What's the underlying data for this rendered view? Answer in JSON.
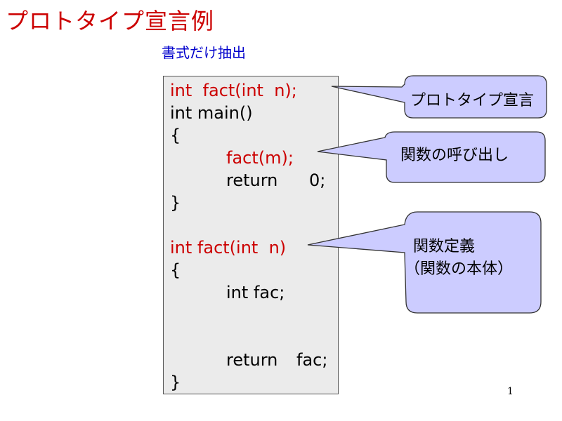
{
  "title": "プロトタイプ宣言例",
  "subtitle": "書式だけ抽出",
  "code": {
    "line1": "int  fact(int  n);",
    "line2": "int main()",
    "line3": "{",
    "line4": "fact(m);",
    "line5a": "return",
    "line5b": "0;",
    "line6": "}",
    "line7": "int fact(int  n)",
    "line8": "{",
    "line9": "int fac;",
    "line10a": "return",
    "line10b": "fac;",
    "line11": "}"
  },
  "callouts": {
    "prototype": "プロトタイプ宣言",
    "call": "関数の呼び出し",
    "definition_line1": "関数定義",
    "definition_line2": "（関数の本体）"
  },
  "colors": {
    "title": "#cc0000",
    "subtitle": "#0000cc",
    "code_highlight": "#cc0000",
    "callout_fill": "#ccccff",
    "code_background": "#ebebeb"
  },
  "page_number": "1"
}
